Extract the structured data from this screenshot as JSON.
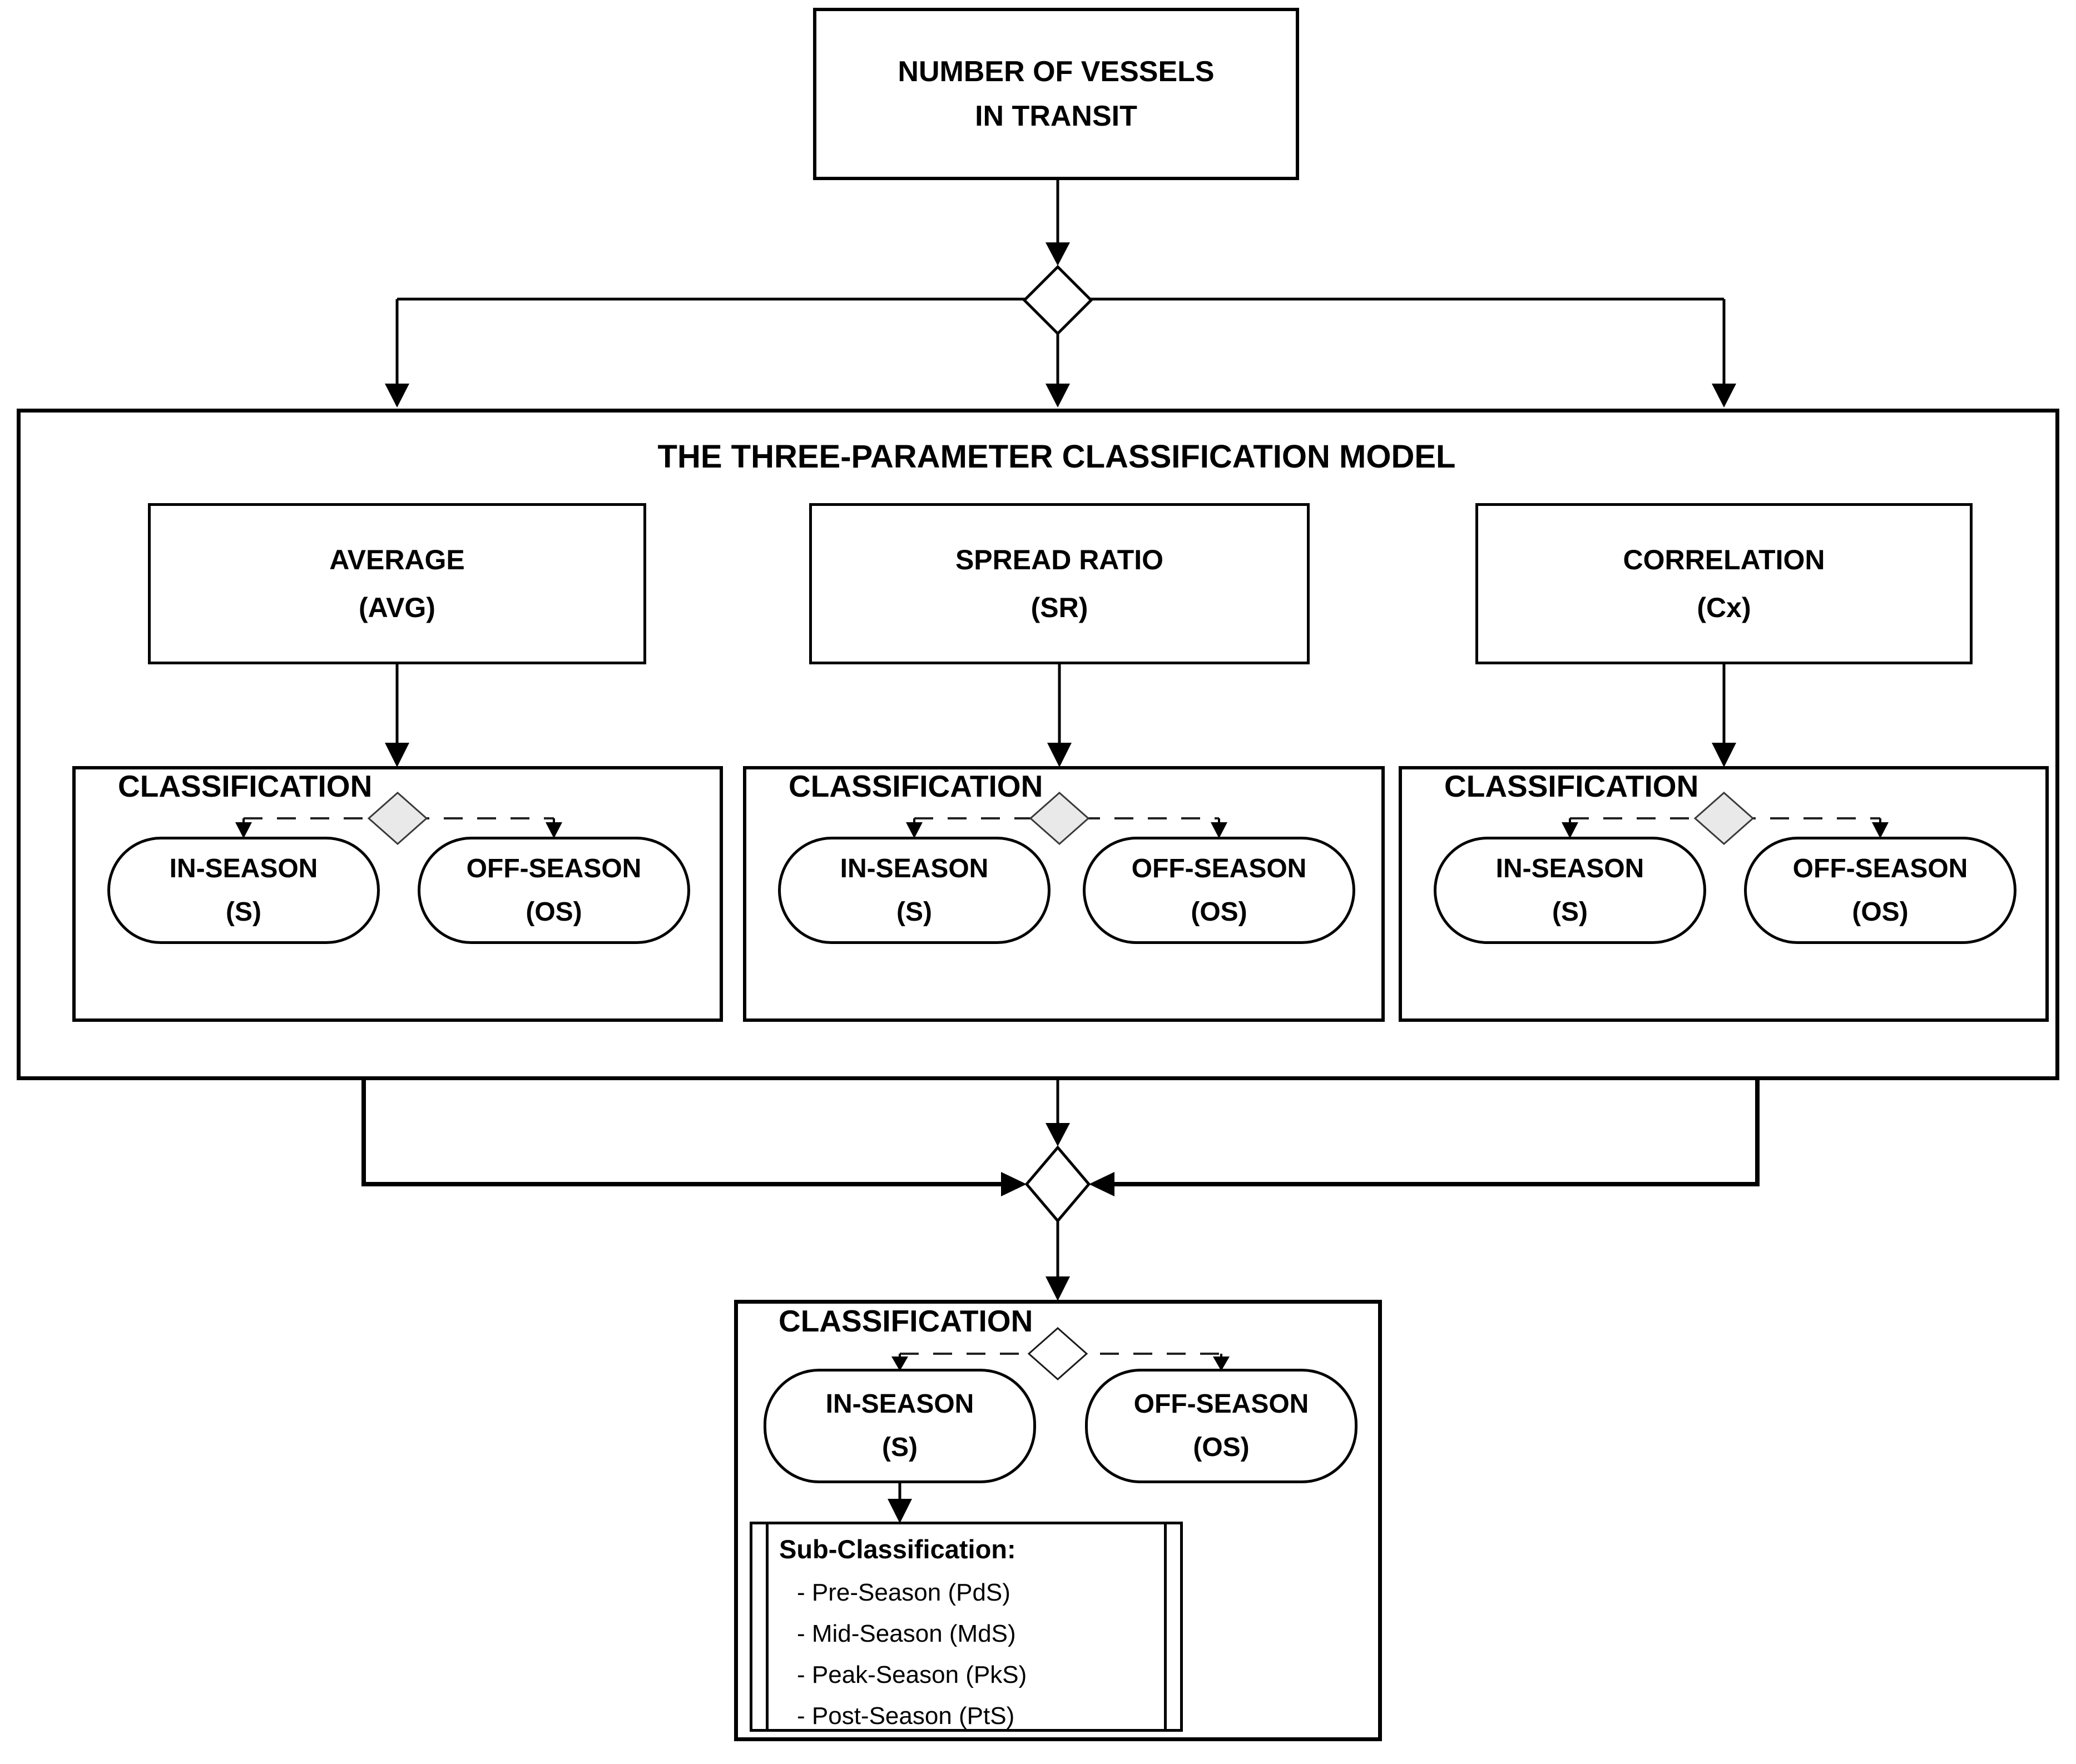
{
  "colors": {
    "background": "#ffffff",
    "line": "#000000",
    "decision_diamond_fill": "#e9e9e9",
    "merge_diamond_fill": "#ffffff"
  },
  "top_box": {
    "line1": "NUMBER OF VESSELS",
    "line2": "IN TRANSIT"
  },
  "model": {
    "title": "THE THREE-PARAMETER CLASSIFICATION MODEL",
    "parameters": [
      {
        "name": "AVERAGE",
        "abbr": "(AVG)"
      },
      {
        "name": "SPREAD RATIO",
        "abbr": "(SR)"
      },
      {
        "name": "CORRELATION",
        "abbr": "(Cx)"
      }
    ],
    "classification": {
      "title": "CLASSIFICATION",
      "in_season": {
        "line1": "IN-SEASON",
        "line2": "(S)"
      },
      "off_season": {
        "line1": "OFF-SEASON",
        "line2": "(OS)"
      }
    }
  },
  "final_classification": {
    "title": "CLASSIFICATION",
    "in_season": {
      "line1": "IN-SEASON",
      "line2": "(S)"
    },
    "off_season": {
      "line1": "OFF-SEASON",
      "line2": "(OS)"
    },
    "sub_classification": {
      "title": "Sub-Classification:",
      "items": [
        "- Pre-Season (PdS)",
        "- Mid-Season (MdS)",
        "- Peak-Season (PkS)",
        "- Post-Season (PtS)"
      ]
    }
  }
}
